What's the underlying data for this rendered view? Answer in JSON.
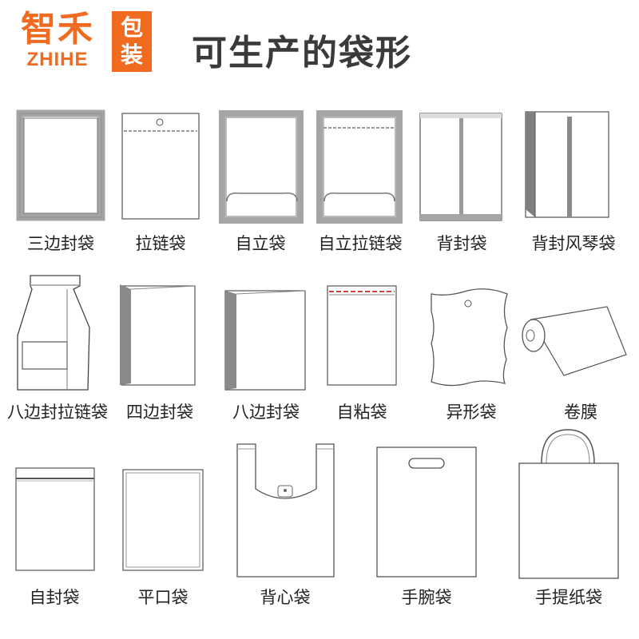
{
  "brand": {
    "name_cn": "智禾",
    "name_en": "ZHIHE",
    "badge": [
      "包",
      "装"
    ],
    "color": "#f06a1f"
  },
  "title": "可生产的袋形",
  "bag_types": [
    {
      "icon": "three-side-seal-bag-icon",
      "label": "三边封袋"
    },
    {
      "icon": "zipper-bag-icon",
      "label": "拉链袋"
    },
    {
      "icon": "stand-up-bag-icon",
      "label": "自立袋"
    },
    {
      "icon": "stand-up-zipper-bag-icon",
      "label": "自立拉链袋"
    },
    {
      "icon": "back-seal-bag-icon",
      "label": "背封袋"
    },
    {
      "icon": "back-seal-gusset-bag-icon",
      "label": "背封风琴袋"
    },
    {
      "icon": "eight-side-seal-zipper-bag-icon",
      "label": "八边封拉链袋"
    },
    {
      "icon": "four-side-seal-bag-icon",
      "label": "四边封袋"
    },
    {
      "icon": "eight-side-seal-bag-icon",
      "label": "八边封袋"
    },
    {
      "icon": "self-adhesive-bag-icon",
      "label": "自粘袋"
    },
    {
      "icon": "shaped-bag-icon",
      "label": "异形袋"
    },
    {
      "icon": "roll-film-icon",
      "label": "卷膜"
    },
    {
      "icon": "self-seal-bag-icon",
      "label": "自封袋"
    },
    {
      "icon": "flat-bag-icon",
      "label": "平口袋"
    },
    {
      "icon": "vest-bag-icon",
      "label": "背心袋"
    },
    {
      "icon": "die-cut-handle-bag-icon",
      "label": "手腕袋"
    },
    {
      "icon": "paper-tote-bag-icon",
      "label": "手提纸袋"
    }
  ]
}
